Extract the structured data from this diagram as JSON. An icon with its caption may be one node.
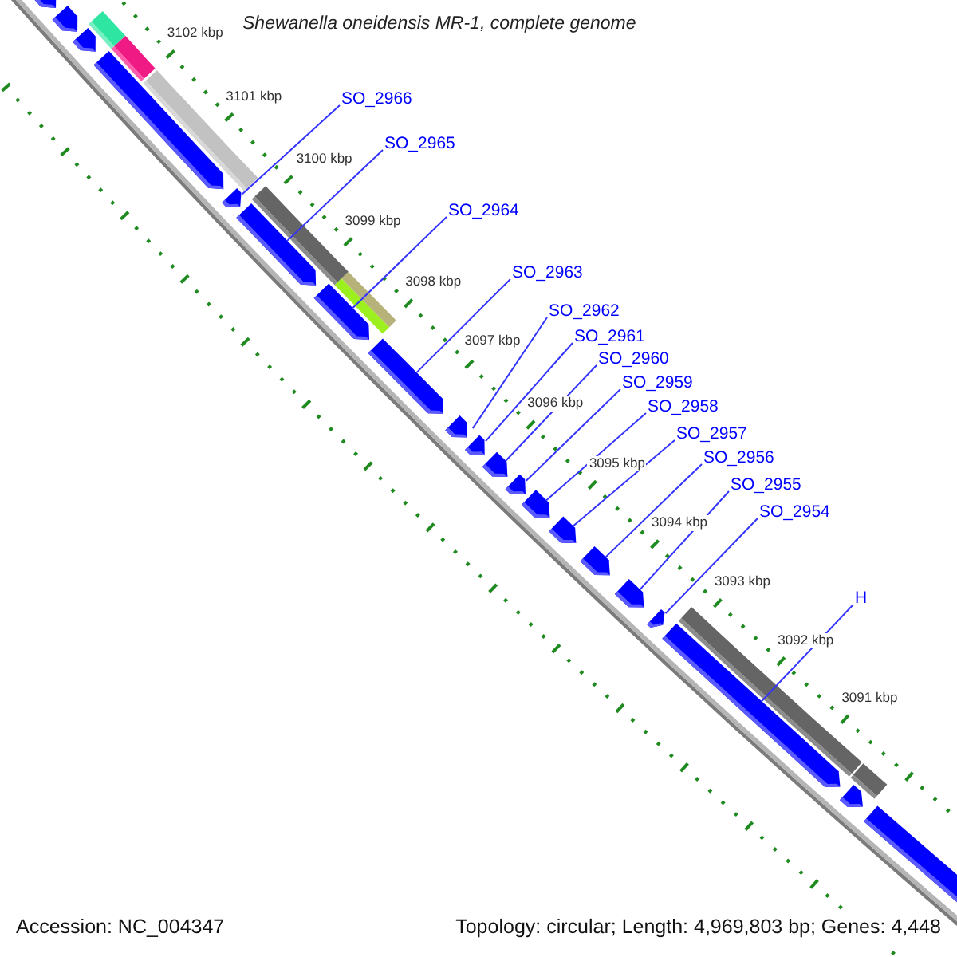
{
  "diagram": {
    "title": "Shewanella oneidensis MR-1, complete genome",
    "nodes": [
      {
        "text": [
          "SO_2966"
        ]
      },
      {
        "text": [
          "SO_2965"
        ]
      },
      {
        "text": [
          "SO_2964"
        ]
      },
      {
        "text": [
          "SO_2963"
        ]
      },
      {
        "text": [
          "SO_2962"
        ]
      },
      {
        "text": [
          "SO_2961"
        ]
      },
      {
        "text": [
          "SO_2960"
        ]
      },
      {
        "text": [
          "SO_2959"
        ]
      },
      {
        "text": [
          "SO_2958"
        ]
      },
      {
        "text": [
          "SO_2957"
        ]
      },
      {
        "text": [
          "SO_2956"
        ]
      },
      {
        "text": [
          "SO_2955"
        ]
      },
      {
        "text": [
          "SO_2954"
        ]
      },
      {
        "text": [
          "H"
        ]
      },
      {
        "text": [],
        "shape": "arrow"
      },
      {
        "text": [],
        "shape": "arrow"
      },
      {
        "text": [],
        "shape": "arrow"
      },
      {
        "text": [],
        "shape": "arrow"
      },
      {
        "text": [],
        "shape": "arrow"
      },
      {
        "text": [],
        "shape": "arrow"
      },
      {
        "text": [],
        "shape": "arrow"
      },
      {
        "text": [],
        "shape": "arrow"
      },
      {
        "text": [],
        "shape": "arrow"
      },
      {
        "text": [],
        "shape": "arrow"
      },
      {
        "text": [],
        "shape": "arrow"
      },
      {
        "text": [],
        "shape": "arrow"
      },
      {
        "text": [],
        "shape": "arrow"
      },
      {
        "text": [],
        "shape": "arrow"
      },
      {
        "text": [],
        "shape": "arrow"
      },
      {
        "text": [],
        "shape": "arrow"
      },
      {
        "text": [],
        "shape": "arrow"
      },
      {
        "text": [],
        "shape": "arrow"
      },
      {
        "text": [],
        "shape": "arrow"
      },
      {
        "text": [],
        "shape": "arrow"
      }
    ],
    "edges": [
      {
        "from": 0,
        "to": 18,
        "arrow": "none"
      },
      {
        "from": 1,
        "to": 19,
        "arrow": "none"
      },
      {
        "from": 2,
        "to": 20,
        "arrow": "none"
      },
      {
        "from": 3,
        "to": 21,
        "arrow": "none"
      },
      {
        "from": 4,
        "to": 22,
        "arrow": "none"
      },
      {
        "from": 5,
        "to": 23,
        "arrow": "none"
      },
      {
        "from": 6,
        "to": 24,
        "arrow": "none"
      },
      {
        "from": 7,
        "to": 25,
        "arrow": "none"
      },
      {
        "from": 8,
        "to": 26,
        "arrow": "none"
      },
      {
        "from": 9,
        "to": 27,
        "arrow": "none"
      },
      {
        "from": 10,
        "to": 28,
        "arrow": "none"
      },
      {
        "from": 11,
        "to": 29,
        "arrow": "none"
      },
      {
        "from": 12,
        "to": 30,
        "arrow": "none"
      },
      {
        "from": 13,
        "to": 31,
        "arrow": "none"
      }
    ],
    "labels": [
      "3102 kbp",
      "3101 kbp",
      "3100 kbp",
      "3099 kbp",
      "3098 kbp",
      "3097 kbp",
      "3096 kbp",
      "3095 kbp",
      "3094 kbp",
      "3093 kbp",
      "3092 kbp",
      "3091 kbp",
      "Accession: NC_004347",
      "Topology: circular; Length: 4,969,803 bp; Genes: 4,448"
    ]
  }
}
